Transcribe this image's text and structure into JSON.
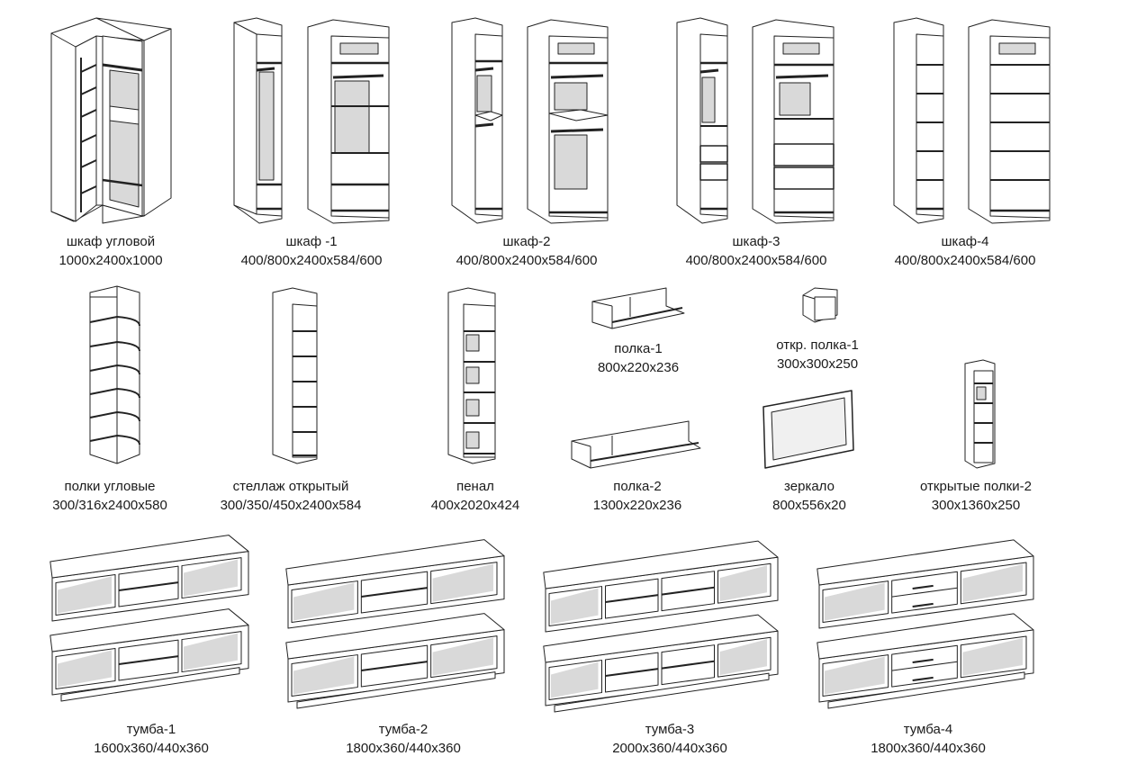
{
  "items": [
    {
      "name": "шкаф угловой",
      "size": "1000х2400х1000"
    },
    {
      "name": "шкаф -1",
      "size": "400/800х2400х584/600"
    },
    {
      "name": "шкаф-2",
      "size": "400/800х2400х584/600"
    },
    {
      "name": "шкаф-3",
      "size": "400/800х2400х584/600"
    },
    {
      "name": "шкаф-4",
      "size": "400/800х2400х584/600"
    },
    {
      "name": "полки угловые",
      "size": "300/316х2400х580"
    },
    {
      "name": "стеллаж открытый",
      "size": "300/350/450х2400х584"
    },
    {
      "name": "пенал",
      "size": "400х2020х424"
    },
    {
      "name": "полка-1",
      "size": "800х220х236"
    },
    {
      "name": "откр. полка-1",
      "size": "300х300х250"
    },
    {
      "name": "полка-2",
      "size": "1300х220х236"
    },
    {
      "name": "зеркало",
      "size": "800х556х20"
    },
    {
      "name": "открытые полки-2",
      "size": "300х1360х250"
    },
    {
      "name": "тумба-1",
      "size": "1600х360/440х360"
    },
    {
      "name": "тумба-2",
      "size": "1800х360/440х360"
    },
    {
      "name": "тумба-3",
      "size": "2000х360/440х360"
    },
    {
      "name": "тумба-4",
      "size": "1800х360/440х360"
    }
  ],
  "colors": {
    "line": "#222222",
    "panel": "#d9d9d9",
    "fill": "#ffffff"
  }
}
